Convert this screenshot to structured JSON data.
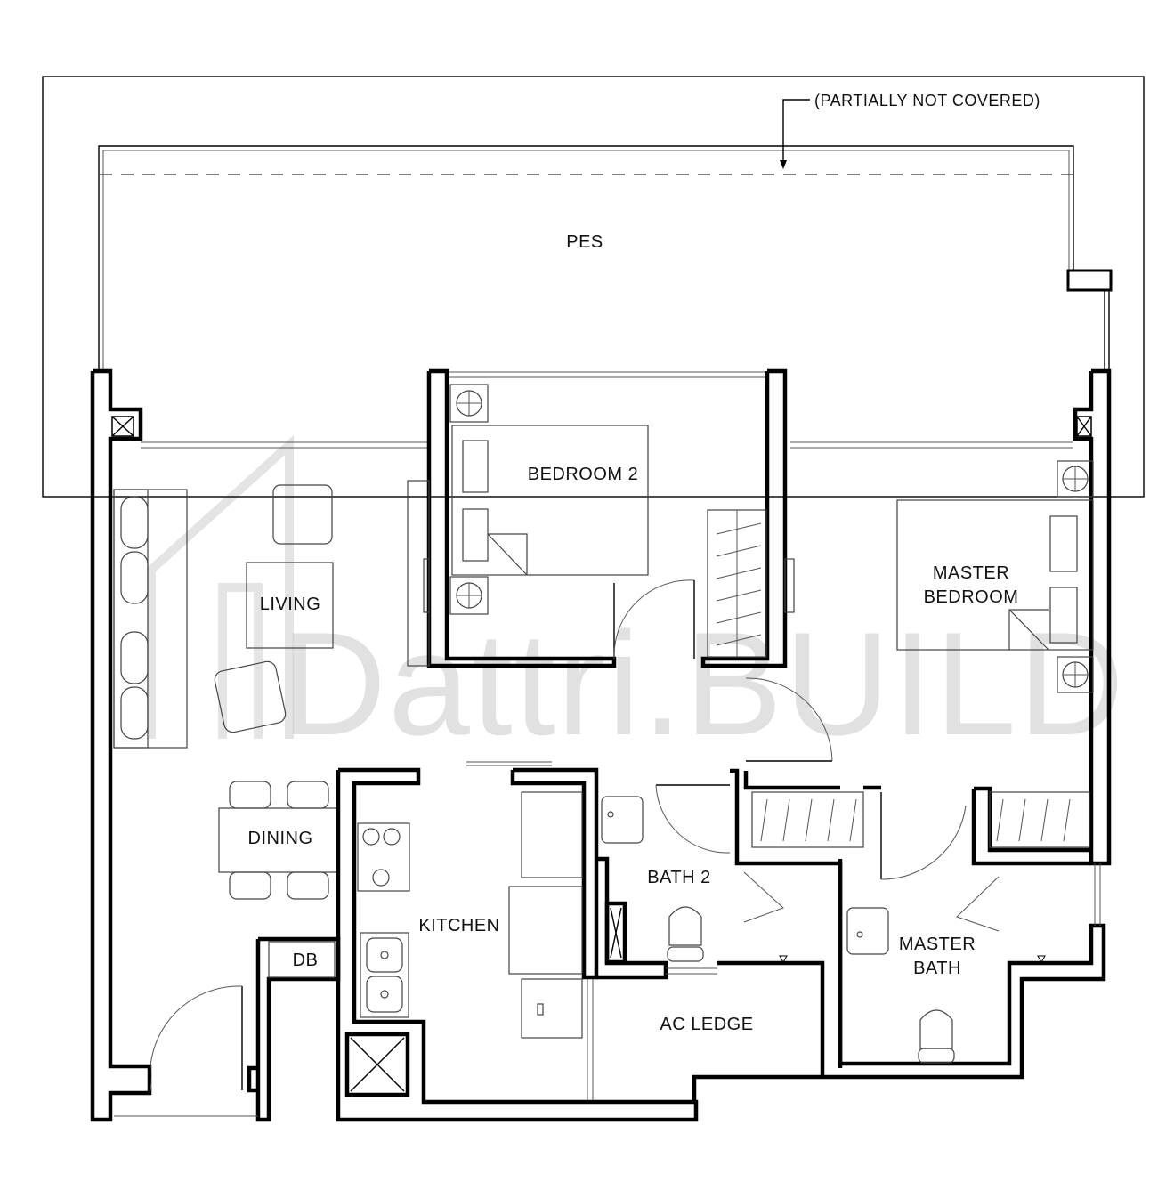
{
  "plan": {
    "watermark": "Dattri.BUILD",
    "pes_note": "(PARTIALLY NOT COVERED)",
    "colors": {
      "wall": "#000000",
      "furniture": "#444444",
      "watermark": "#c9c9c9",
      "background": "#ffffff"
    },
    "rooms": {
      "pes": "PES",
      "bedroom2": "BEDROOM 2",
      "master_bedroom_line1": "MASTER",
      "master_bedroom_line2": "BEDROOM",
      "living": "LIVING",
      "dining": "DINING",
      "kitchen": "KITCHEN",
      "bath2": "BATH 2",
      "master_bath_line1": "MASTER",
      "master_bath_line2": "BATH",
      "db": "DB",
      "ac_ledge": "AC LEDGE"
    }
  }
}
